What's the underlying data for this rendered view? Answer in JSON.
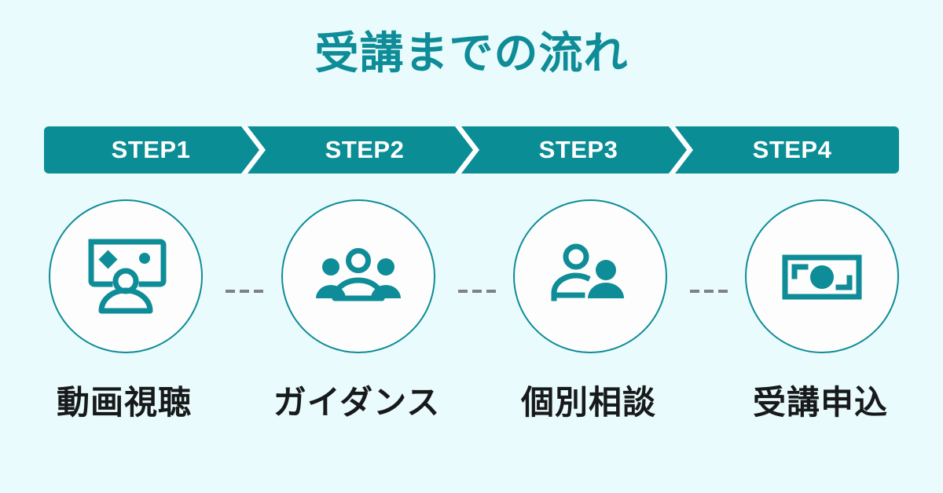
{
  "background_color": "#e9fbfc",
  "accent_color": "#0b8d96",
  "title": "受講までの流れ",
  "step_bar": {
    "background_color": "#0b8d96",
    "text_color": "#ffffff",
    "steps": [
      {
        "label": "STEP1"
      },
      {
        "label": "STEP2"
      },
      {
        "label": "STEP3"
      },
      {
        "label": "STEP4"
      }
    ],
    "separator_icon": "chevron-right-icon"
  },
  "flow": {
    "connector_style": "dashed",
    "connector_color": "#7f8284",
    "items": [
      {
        "step": "STEP1",
        "icon": "monitor-video-person-icon",
        "label": "動画視聴"
      },
      {
        "step": "STEP2",
        "icon": "group-of-three-people-icon",
        "label": "ガイダンス"
      },
      {
        "step": "STEP3",
        "icon": "two-people-consultation-icon",
        "label": "個別相談"
      },
      {
        "step": "STEP4",
        "icon": "banknote-money-icon",
        "label": "受講申込"
      }
    ]
  }
}
